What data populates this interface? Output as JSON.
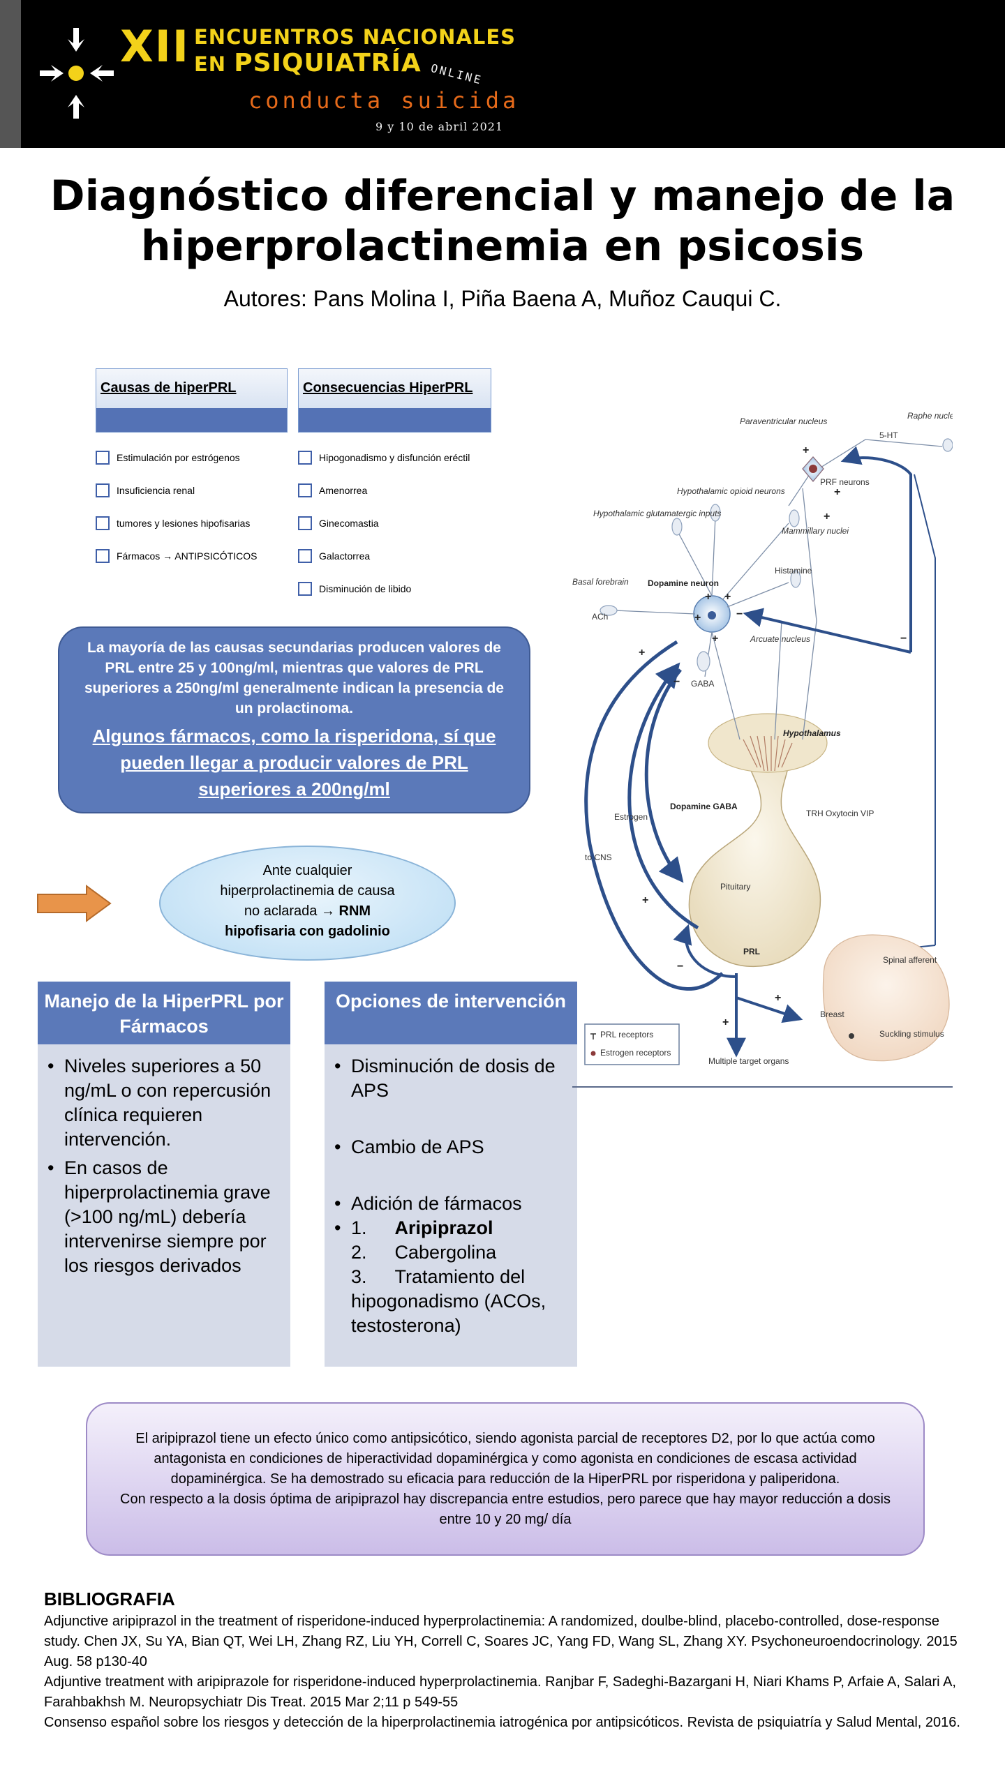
{
  "header": {
    "numeral": "XII",
    "line1": "ENCUENTROS NACIONALES",
    "line2_prefix": "EN ",
    "line2_word": "PSIQUIATRÍA",
    "online": "ONLINE",
    "topic": "conducta suicida",
    "date": "9 y 10 de abril 2021",
    "colors": {
      "background": "#000000",
      "yellow": "#f3d21a",
      "orange": "#e66a1a"
    }
  },
  "title": {
    "line1": "Diagnóstico diferencial y manejo de la",
    "line2": "hiperprolactinemia en psicosis",
    "authors": "Autores: Pans Molina I, Piña Baena A, Muñoz Cauqui C."
  },
  "causes": {
    "title": "Causas de hiperPRL",
    "items": [
      "Estimulación por estrógenos",
      "Insuficiencia renal",
      "tumores y lesiones hipofisarias",
      "Fármacos → ANTIPSICÓTICOS"
    ]
  },
  "consequences": {
    "title": "Consecuencias HiperPRL",
    "items": [
      "Hipogonadismo y disfunción eréctil",
      "Amenorrea",
      "Ginecomastia",
      "Galactorrea",
      "Disminución de libido"
    ]
  },
  "bluebox": {
    "p1": "La mayoría de las causas secundarias producen valores de PRL entre 25 y 100ng/ml, mientras que valores de PRL superiores a 250ng/ml generalmente indican la presencia de un prolactinoma.",
    "p2": "Algunos fármacos, como la risperidona, sí que pueden llegar a producir valores de PRL superiores a 200ng/ml"
  },
  "ellipse": {
    "l1": "Ante cualquier",
    "l2": "hiperprolactinemia de causa",
    "l3": "no aclarada",
    "l3_arrow": " → ",
    "l3_bold": "RNM",
    "l4": "hipofisaria con gadolinio"
  },
  "management": {
    "title": "Manejo de la HiperPRL por Fármacos",
    "items": [
      "Niveles superiores a 50 ng/mL o con repercusión clínica requieren intervención.",
      "En casos de hiperprolactinemia grave (>100 ng/mL) debería intervenirse siempre por los riesgos derivados"
    ]
  },
  "options": {
    "title": "Opciones de intervención",
    "items": [
      "Disminución de dosis de APS",
      "Cambio de APS",
      "Adición de fármacos"
    ],
    "num1": "1.",
    "drug1": "Aripiprazol",
    "num2": "2.",
    "drug2": "Cabergolina",
    "num3": "3.",
    "drug3": "Tratamiento del hipogonadismo (ACOs, testosterona)"
  },
  "diagram": {
    "labels": {
      "paraventricular": "Paraventricular nucleus",
      "raphe": "Raphe nucleus",
      "ht5": "5-HT",
      "prf": "PRF neurons",
      "hyp_opioid": "Hypothalamic opioid neurons",
      "hyp_glut": "Hypothalamic glutamatergic inputs",
      "mammillary": "Mammillary nuclei",
      "histamine": "Histamine",
      "basal": "Basal forebrain",
      "ach": "ACh",
      "dopamine_neuron": "Dopamine neuron",
      "arcuate": "Arcuate nucleus",
      "gaba": "GABA",
      "hypothalamus": "Hypothalamus",
      "estrogen": "Estrogen",
      "dopamine_gaba": "Dopamine GABA",
      "trh": "TRH Oxytocin VIP",
      "to_cns": "to CNS",
      "pituitary": "Pituitary",
      "prl": "PRL",
      "spinal": "Spinal afferent",
      "breast": "Breast",
      "suckling": "Suckling stimulus",
      "multiple": "Multiple target organs",
      "legend1": "PRL receptors",
      "legend2": "Estrogen receptors"
    }
  },
  "lilac": {
    "p1": "El aripiprazol tiene un efecto único como antipsicótico, siendo agonista parcial de receptores D2, por lo que actúa como antagonista en condiciones de hiperactividad dopaminérgica y como agonista en condiciones de escasa actividad dopaminérgica. Se ha demostrado su eficacia para reducción de la HiperPRL por risperidona y paliperidona.",
    "p2": "Con respecto a la dosis óptima de aripiprazol hay discrepancia entre estudios, pero parece que hay mayor reducción a dosis entre 10 y 20 mg/ día"
  },
  "bibliography": {
    "title": "BIBLIOGRAFIA",
    "refs": [
      "Adjunctive aripiprazol in the treatment of risperidone-induced hyperprolactinemia: A randomized, doulbe-blind, placebo-controlled, dose-response study. Chen JX, Su YA, Bian QT, Wei LH, Zhang RZ, Liu YH, Correll C, Soares JC, Yang FD, Wang SL, Zhang XY. Psychoneuroendocrinology. 2015 Aug. 58 p130-40",
      "Adjuntive treatment with aripiprazole for risperidone-induced hyperprolactinemia. Ranjbar F, Sadeghi-Bazargani H, Niari Khams P, Arfaie A, Salari A, Farahbakhsh M. Neuropsychiatr Dis Treat. 2015 Mar 2;11 p 549-55",
      "Consenso español sobre los riesgos y detección de la hiperprolactinemia iatrogénica por antipsicóticos. Revista de psiquiatría y Salud Mental, 2016."
    ]
  }
}
